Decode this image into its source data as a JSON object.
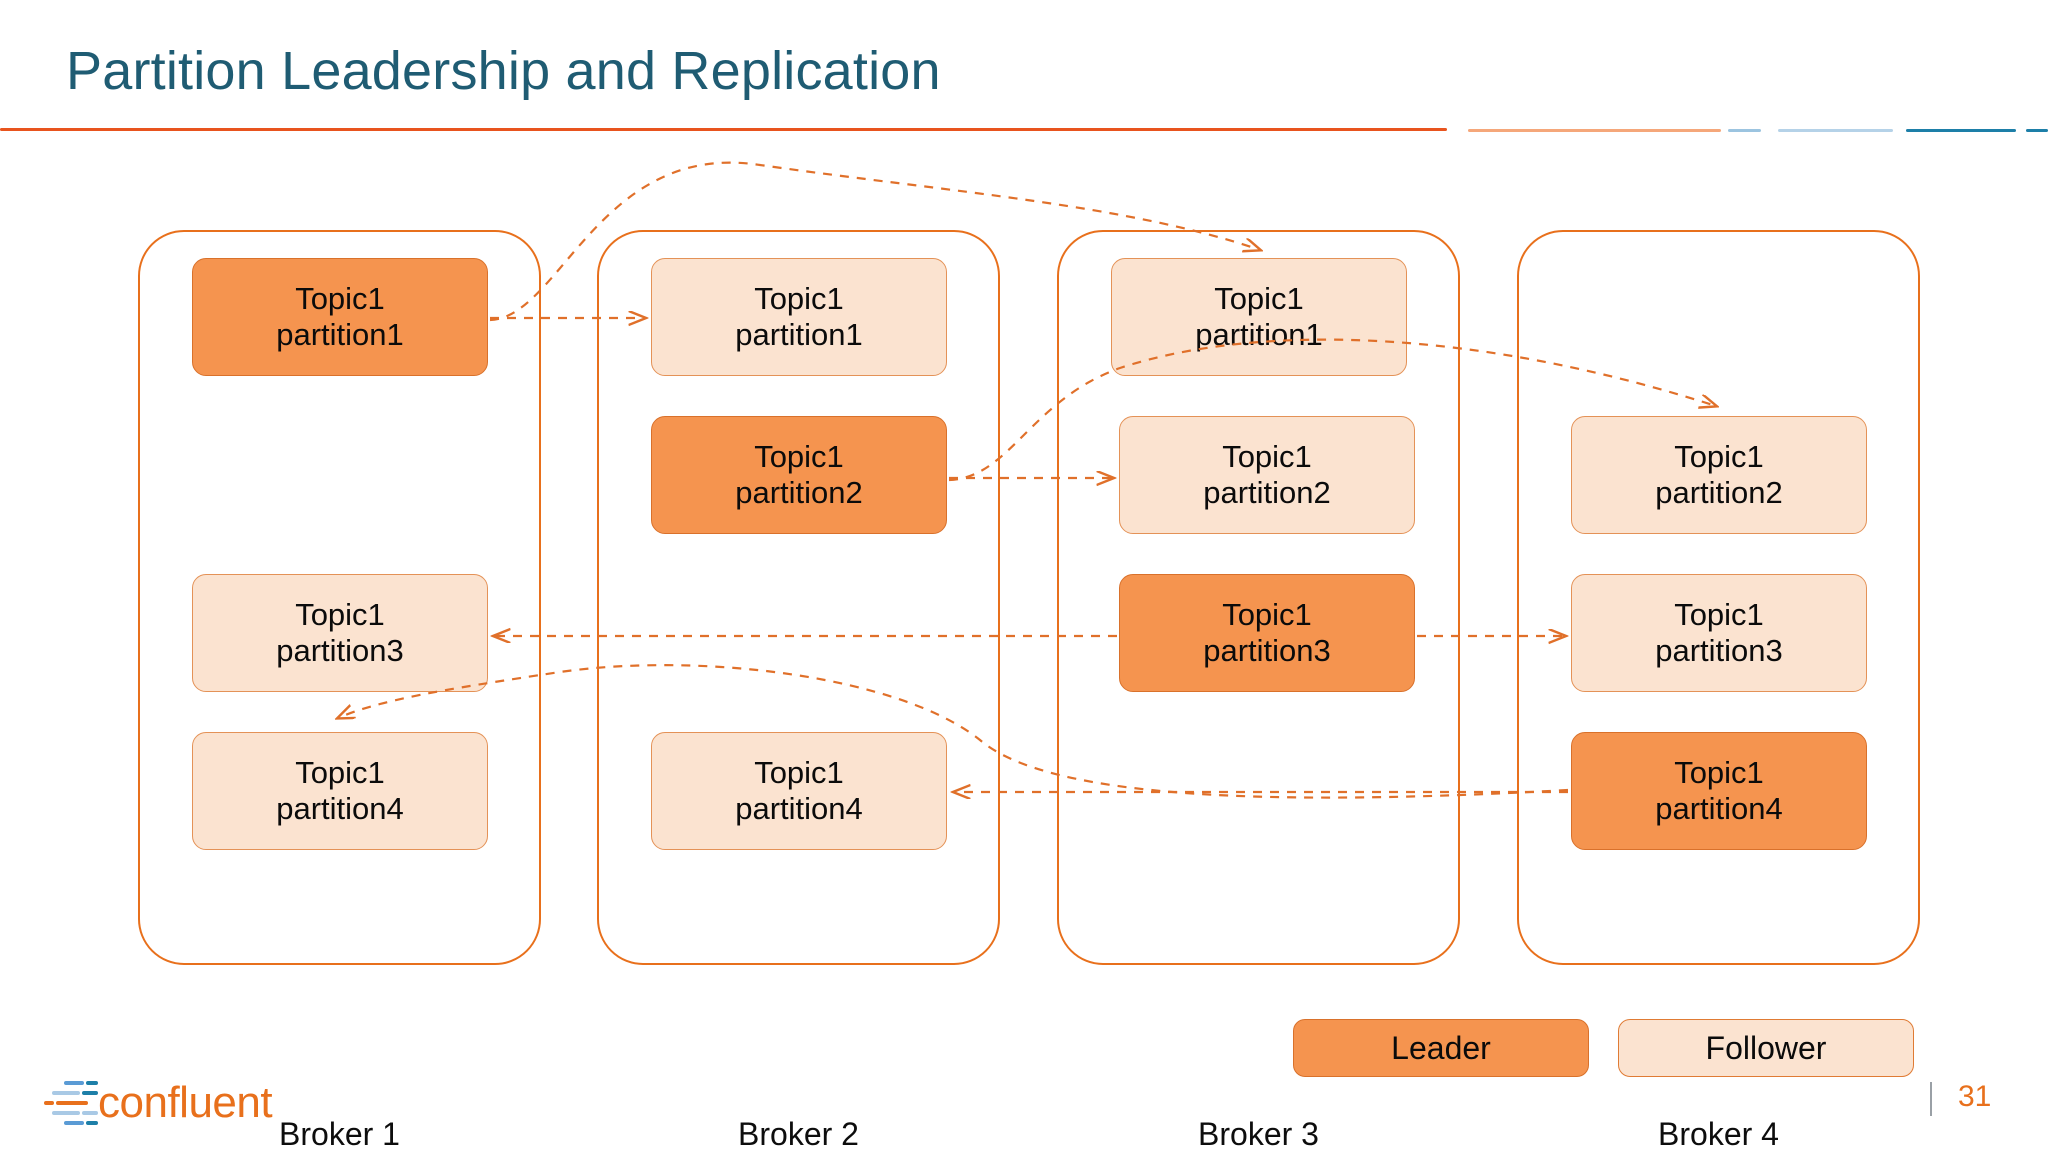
{
  "slide": {
    "title": "Partition Leadership and Replication",
    "page_number": "31",
    "logo_text": "confluent"
  },
  "colors": {
    "title": "#1F5C73",
    "accent_orange": "#E8701C",
    "leader_fill": "#F5944F",
    "follower_fill": "#FBE3D0",
    "rule_main": "#E8541E",
    "rule_light_orange": "#F5A77A",
    "rule_light_blue": "#B5D2E8",
    "rule_teal": "#1D7FA8",
    "page_number": "#E8701C"
  },
  "legend": {
    "leader_label": "Leader",
    "follower_label": "Follower"
  },
  "brokers": [
    {
      "id": "broker-1",
      "label": "Broker 1",
      "partitions": [
        {
          "topic": "Topic1",
          "partition": "partition1",
          "role": "leader",
          "slot": 1
        },
        {
          "topic": "Topic1",
          "partition": "partition3",
          "role": "follower",
          "slot": 3
        },
        {
          "topic": "Topic1",
          "partition": "partition4",
          "role": "follower",
          "slot": 4
        }
      ]
    },
    {
      "id": "broker-2",
      "label": "Broker 2",
      "partitions": [
        {
          "topic": "Topic1",
          "partition": "partition1",
          "role": "follower",
          "slot": 1
        },
        {
          "topic": "Topic1",
          "partition": "partition2",
          "role": "leader",
          "slot": 2
        },
        {
          "topic": "Topic1",
          "partition": "partition4",
          "role": "follower",
          "slot": 4
        }
      ]
    },
    {
      "id": "broker-3",
      "label": "Broker 3",
      "partitions": [
        {
          "topic": "Topic1",
          "partition": "partition1",
          "role": "follower",
          "slot": 1
        },
        {
          "topic": "Topic1",
          "partition": "partition2",
          "role": "follower",
          "slot": 2
        },
        {
          "topic": "Topic1",
          "partition": "partition3",
          "role": "leader",
          "slot": 3
        }
      ]
    },
    {
      "id": "broker-4",
      "label": "Broker 4",
      "partitions": [
        {
          "topic": "Topic1",
          "partition": "partition2",
          "role": "follower",
          "slot": 2
        },
        {
          "topic": "Topic1",
          "partition": "partition3",
          "role": "follower",
          "slot": 3
        },
        {
          "topic": "Topic1",
          "partition": "partition4",
          "role": "leader",
          "slot": 4
        }
      ]
    }
  ],
  "replication_flows": [
    {
      "from": "broker-1.partition1",
      "to": "broker-2.partition1"
    },
    {
      "from": "broker-1.partition1",
      "to": "broker-3.partition1"
    },
    {
      "from": "broker-2.partition2",
      "to": "broker-3.partition2"
    },
    {
      "from": "broker-2.partition2",
      "to": "broker-4.partition2"
    },
    {
      "from": "broker-3.partition3",
      "to": "broker-1.partition3"
    },
    {
      "from": "broker-3.partition3",
      "to": "broker-4.partition3"
    },
    {
      "from": "broker-4.partition4",
      "to": "broker-1.partition4"
    },
    {
      "from": "broker-4.partition4",
      "to": "broker-2.partition4"
    }
  ]
}
